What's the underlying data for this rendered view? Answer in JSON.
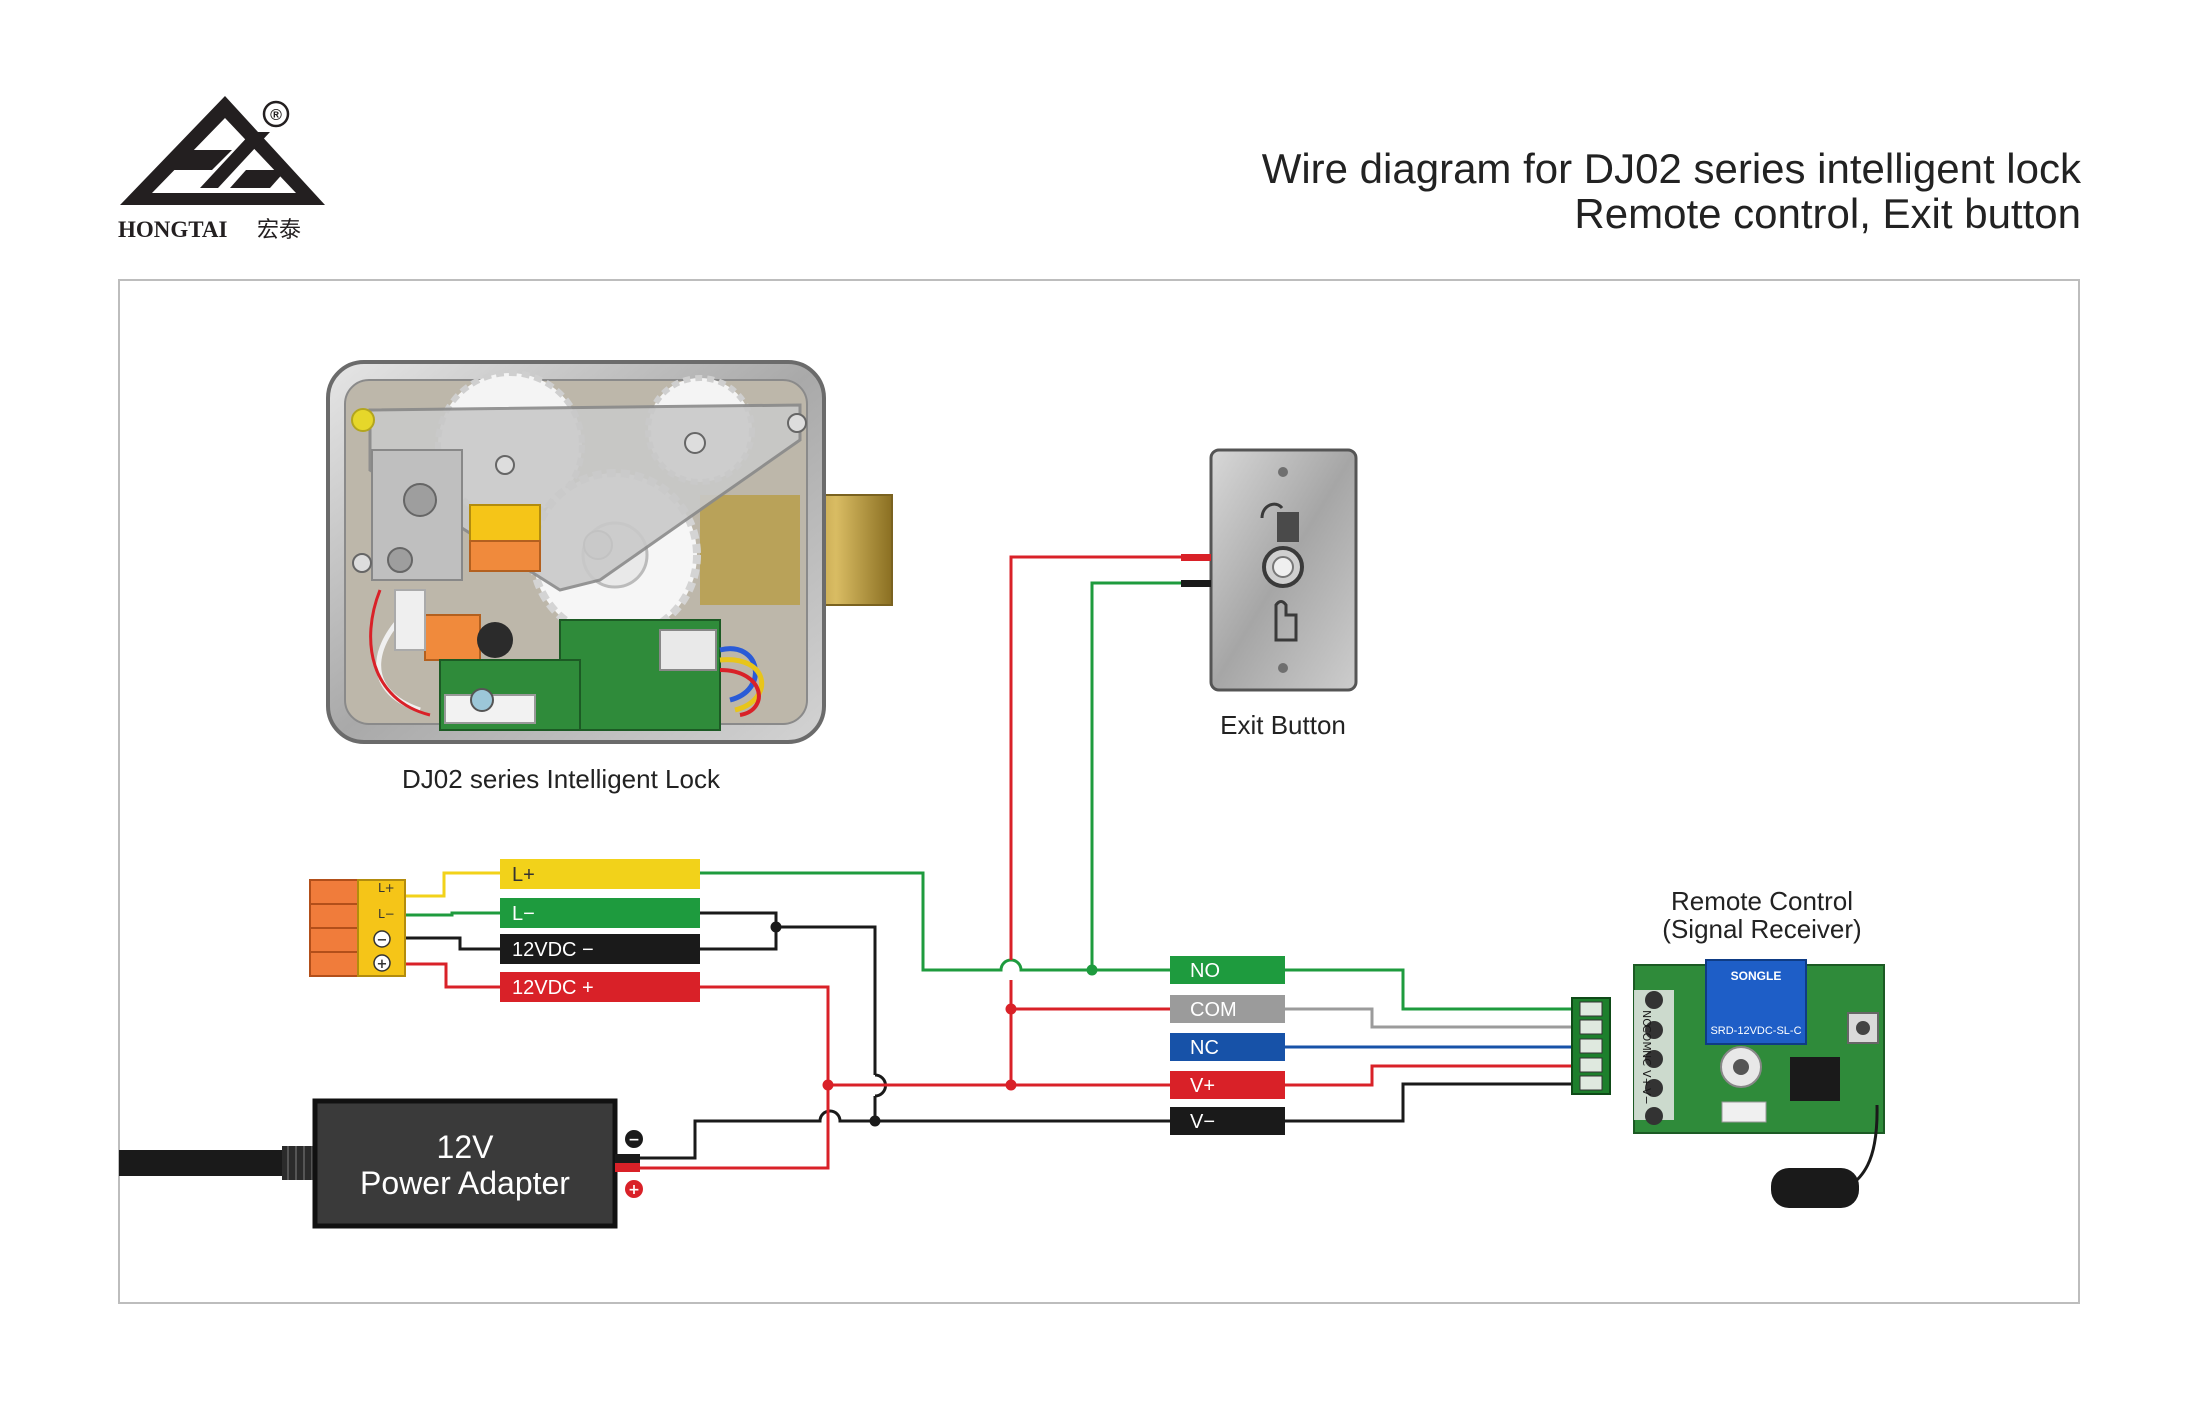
{
  "header": {
    "brand_name": "HONGTAI",
    "brand_chinese": "宏泰",
    "registered_mark": "®",
    "title_line1": "Wire diagram for DJ02 series intelligent lock",
    "title_line2": "Remote control, Exit button"
  },
  "lock": {
    "caption": "DJ02 series Intelligent Lock",
    "terminal_marks": [
      "L+",
      "L−",
      "−",
      "+"
    ],
    "wire_labels": [
      {
        "text": "L+",
        "color": "#f2d21a",
        "text_color": "#333333"
      },
      {
        "text": "L−",
        "color": "#1e9b3e",
        "text_color": "#ffffff"
      },
      {
        "text": "12VDC −",
        "color": "#1a1a1a",
        "text_color": "#ffffff"
      },
      {
        "text": "12VDC +",
        "color": "#d92128",
        "text_color": "#ffffff"
      }
    ]
  },
  "exit_button": {
    "caption": "Exit Button"
  },
  "power_adapter": {
    "line1": "12V",
    "line2": "Power Adapter",
    "neg_symbol": "−",
    "pos_symbol": "+"
  },
  "receiver": {
    "caption_line1": "Remote Control",
    "caption_line2": "(Signal Receiver)",
    "relay_brand": "SONGLE",
    "relay_model": "SRD-12VDC-SL-C",
    "pcb_pins": [
      "NO",
      "COM",
      "NC",
      "V+",
      "V−"
    ],
    "wire_labels": [
      {
        "text": "NO",
        "color": "#1e9b3e",
        "text_color": "#ffffff"
      },
      {
        "text": "COM",
        "color": "#9b9b9b",
        "text_color": "#ffffff"
      },
      {
        "text": "NC",
        "color": "#1752a8",
        "text_color": "#ffffff"
      },
      {
        "text": "V+",
        "color": "#d92128",
        "text_color": "#ffffff"
      },
      {
        "text": "V−",
        "color": "#1a1a1a",
        "text_color": "#ffffff"
      }
    ]
  },
  "colors": {
    "red": "#d92128",
    "green": "#1e9b3e",
    "black": "#1a1a1a",
    "yellow": "#f2d21a",
    "grey": "#9b9b9b",
    "blue": "#1752a8",
    "terminal_orange": "#f07c3b"
  }
}
